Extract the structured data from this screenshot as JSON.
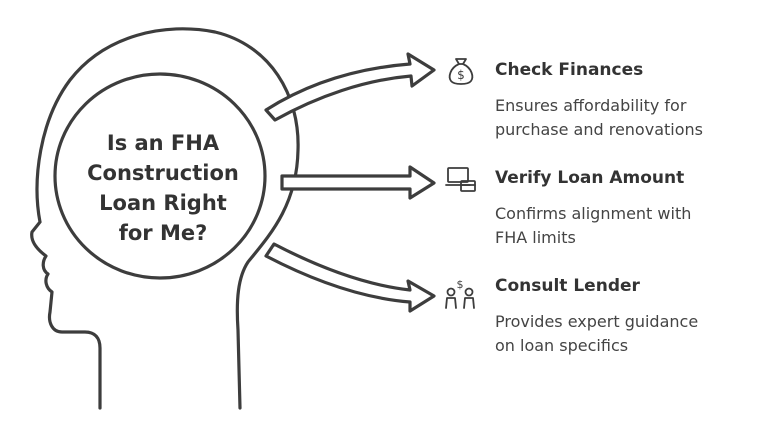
{
  "head": {
    "title_lines": [
      "Is an FHA",
      "Construction",
      "Loan Right",
      "for Me?"
    ]
  },
  "items": [
    {
      "icon": "money-bag-icon",
      "title": "Check Finances",
      "desc_lines": [
        "Ensures affordability for",
        "purchase and renovations"
      ]
    },
    {
      "icon": "laptop-card-icon",
      "title": "Verify Loan Amount",
      "desc_lines": [
        "Confirms alignment with",
        "FHA limits"
      ]
    },
    {
      "icon": "people-money-icon",
      "title": "Consult Lender",
      "desc_lines": [
        "Provides expert guidance",
        "on loan specifics"
      ]
    }
  ],
  "colors": {
    "stroke": "#3d3d3d",
    "text": "#333333",
    "background": "#ffffff"
  }
}
